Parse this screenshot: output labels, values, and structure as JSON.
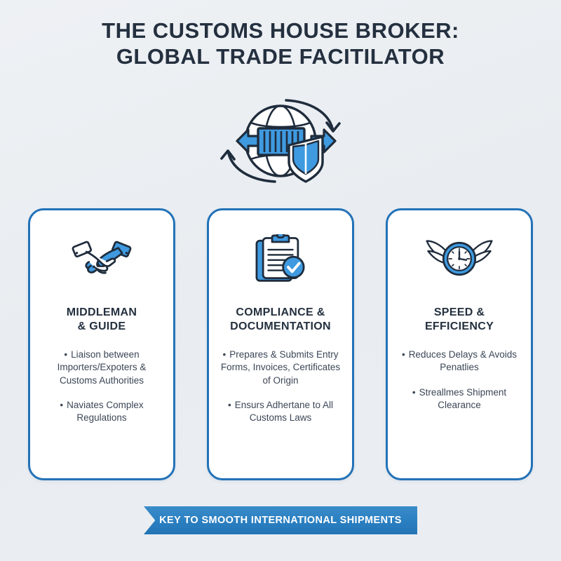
{
  "title": {
    "line1": "THE CUSTOMS HOUSE BROKER:",
    "line2": "GLOBAL TRADE FACITILATOR"
  },
  "hero": {
    "icon_name": "globe-container-shield-icon",
    "alt": "Globe with shipping container, exchange arrows and security shield"
  },
  "colors": {
    "background": "#eceff3",
    "accent_blue": "#2272b8",
    "icon_blue": "#3f9ae0",
    "dark_navy": "#24303f",
    "body_text": "#3b4656",
    "card_bg": "#ffffff",
    "ribbon_blue": "#2a7fc1"
  },
  "cards": [
    {
      "icon": "handshake-icon",
      "title": "MIDDLEMAN\n& GUIDE",
      "bullets": [
        "Liaison between Importers/Expoters & Customs Authorities",
        "Naviates Complex Regulations"
      ]
    },
    {
      "icon": "clipboard-check-icon",
      "title": "COMPLIANCE &\nDOCUMENTATION",
      "bullets": [
        "Prepares & Submits Entry Forms, Invoices, Certificates of Origin",
        "Ensurs Adhertane to All Customs Laws"
      ]
    },
    {
      "icon": "winged-clock-icon",
      "title": "SPEED &\nEFFICIENCY",
      "bullets": [
        "Reduces Delays & Avoids Penatlies",
        "Streallmes Shipment Clearance"
      ]
    }
  ],
  "ribbon": {
    "text": "KEY TO SMOOTH INTERNATIONAL SHIPMENTS"
  },
  "bullet_glyph": "•"
}
